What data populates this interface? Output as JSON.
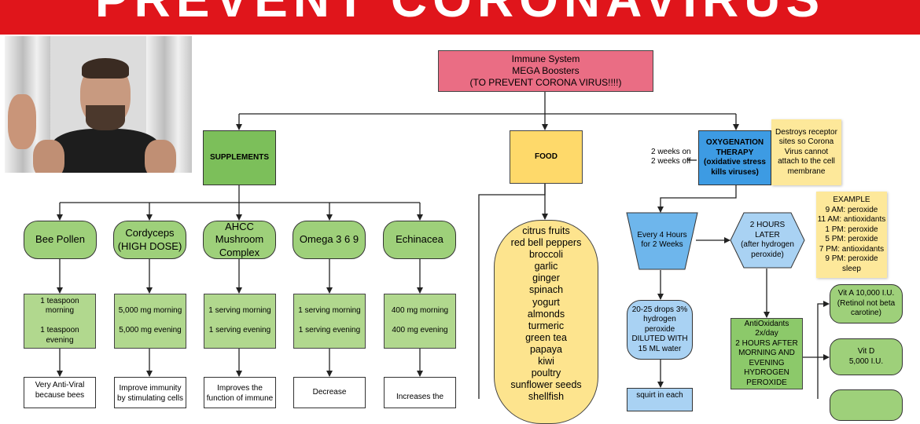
{
  "banner": {
    "text": "PREVENT CORONAVIRUS"
  },
  "root": {
    "text": "Immune System\nMEGA Boosters\n(TO PREVENT CORONA VIRUS!!!!)"
  },
  "categories": {
    "supplements": "SUPPLEMENTS",
    "food": "FOOD",
    "oxygenation": "OXYGENATION\nTHERAPY\n(oxidative stress\nkills viruses)"
  },
  "supplements": [
    {
      "name": "Bee Pollen",
      "dose": "1 teaspoon\nmorning\n\n1 teaspoon\nevening",
      "note": "Very Anti-Viral\nbecause bees"
    },
    {
      "name": "Cordyceps\n(HIGH DOSE)",
      "dose": "5,000 mg morning\n\n5,000 mg evening",
      "note": "Improve immunity\nby stimulating cells"
    },
    {
      "name": "AHCC\nMushroom\nComplex",
      "dose": "1 serving morning\n\n1 serving evening",
      "note": "Improves the\nfunction of immune"
    },
    {
      "name": "Omega 3 6 9",
      "dose": "1 serving morning\n\n1 serving evening",
      "note": "Decrease"
    },
    {
      "name": "Echinacea",
      "dose": "400 mg morning\n\n400 mg evening",
      "note": "Increases the"
    }
  ],
  "food_list": [
    "citrus fruits",
    "red bell peppers",
    "broccoli",
    "garlic",
    "ginger",
    "spinach",
    "yogurt",
    "almonds",
    "turmeric",
    "green tea",
    "papaya",
    "kiwi",
    "poultry",
    "sunflower seeds",
    "shellfish"
  ],
  "oxygen": {
    "cycle_label": "2 weeks on\n2 weeks off",
    "receptor_note": "Destroys receptor\nsites so Corona\nVirus cannot\nattach to the cell\nmembrane",
    "every4": "Every 4 Hours\nfor 2 Weeks",
    "later": "2 HOURS\nLATER\n(after hydrogen\nperoxide)",
    "example": "EXAMPLE\n9 AM: peroxide\n11 AM: antioxidants\n1 PM: peroxide\n5 PM: peroxide\n7 PM: antioxidants\n9 PM: peroxide\nsleep",
    "drops": "20-25 drops 3%\nhydrogen peroxide\nDILUTED WITH\n15 ML water",
    "squirt": "squirt in each",
    "antioxidants": "AntiOxidants\n2x/day\n2 HOURS AFTER\nMORNING AND\nEVENING\nHYDROGEN\nPEROXIDE",
    "vit_a": "Vit A 10,000 I.U.\n(Retinol not beta\ncarotine)",
    "vit_d": "Vit D\n5,000 I.U."
  },
  "colors": {
    "banner": "#e0151b",
    "root": "#ea6d84",
    "supplement": "#7cbf5a",
    "food": "#fed96a",
    "oxygen": "#3d9be3"
  }
}
